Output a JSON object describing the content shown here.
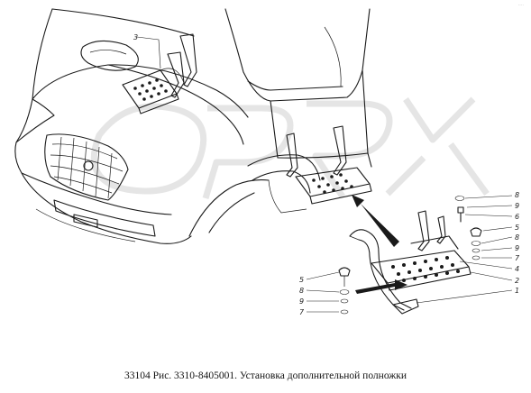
{
  "caption": "33104 Рис. 3310-8405001. Установка дополнительной полножки",
  "corner_mark": "····",
  "colors": {
    "line": "#1a1a1a",
    "watermark": "#d4d4d4",
    "background": "#ffffff"
  },
  "callouts": {
    "top_step": "3",
    "right_stack": [
      "8",
      "9",
      "6",
      "5",
      "8",
      "9",
      "7",
      "4",
      "2",
      "1"
    ],
    "left_stack": [
      "5",
      "8",
      "9",
      "7"
    ]
  }
}
